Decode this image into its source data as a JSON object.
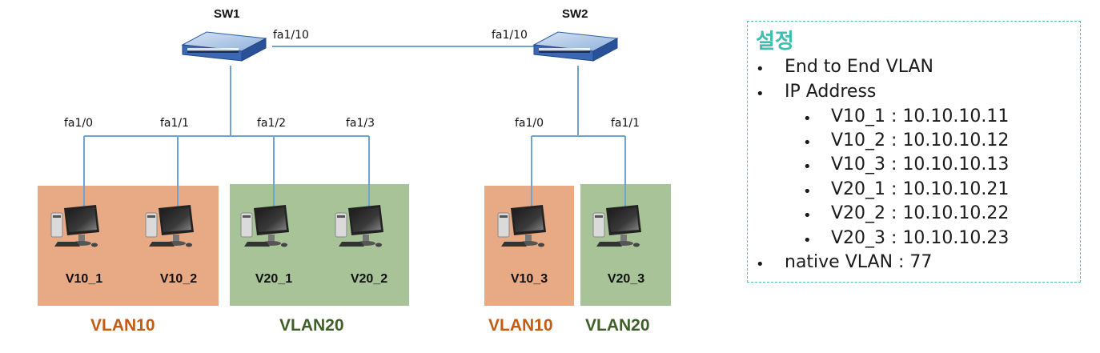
{
  "switches": [
    {
      "name": "SW1"
    },
    {
      "name": "SW2"
    }
  ],
  "ports": {
    "sw1_uplink": "fa1/10",
    "sw2_uplink": "fa1/10",
    "sw1_fa10": "fa1/0",
    "sw1_fa11": "fa1/1",
    "sw1_fa12": "fa1/2",
    "sw1_fa13": "fa1/3",
    "sw2_fa10": "fa1/0",
    "sw2_fa11": "fa1/1"
  },
  "pcs": [
    "V10_1",
    "V10_2",
    "V20_1",
    "V20_2",
    "V10_3",
    "V20_3"
  ],
  "vlans": [
    "VLAN10",
    "VLAN20",
    "VLAN10",
    "VLAN20"
  ],
  "colors": {
    "vlan10_bg": "#e8a985",
    "vlan20_bg": "#a9c398",
    "vlan10_text": "#c55a11",
    "vlan20_text": "#3e6028",
    "link": "#6ea4d4",
    "settings_border": "#4fc0b0",
    "settings_title": "#3dbfb0"
  },
  "settings": {
    "title": "설정",
    "items": [
      "End to End VLAN",
      "IP Address",
      "native VLAN : 77"
    ],
    "ip_list": [
      "V10_1 : 10.10.10.11",
      "V10_2 : 10.10.10.12",
      "V10_3 : 10.10.10.13",
      "V20_1 : 10.10.10.21",
      "V20_2 : 10.10.10.22",
      "V20_3 : 10.10.10.23"
    ],
    "bullet": "•"
  }
}
